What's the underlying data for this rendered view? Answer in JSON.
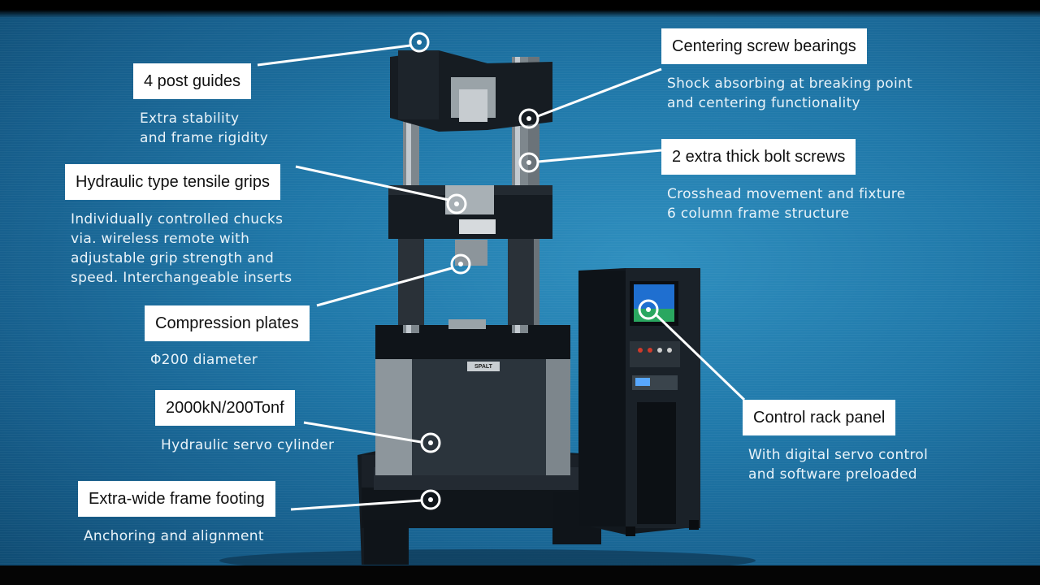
{
  "colors": {
    "background": "#1f77a8",
    "label_box": "#ffffff",
    "callout_line": "#ffffff",
    "machine": "#151b22"
  },
  "machine_branding": "SPALT",
  "callouts": [
    {
      "id": "post-guides",
      "title": "4 post guides",
      "desc": [
        "Extra stability",
        "and frame rigidity"
      ]
    },
    {
      "id": "tensile-grips",
      "title": "Hydraulic type tensile grips",
      "desc": [
        "Individually controlled chucks",
        "via. wireless remote with",
        "adjustable grip strength and",
        "speed. Interchangeable inserts"
      ]
    },
    {
      "id": "compression-plates",
      "title": "Compression plates",
      "desc": [
        "Φ200 diameter"
      ]
    },
    {
      "id": "capacity",
      "title": "2000kN/200Tonf",
      "desc": [
        "Hydraulic servo cylinder"
      ]
    },
    {
      "id": "frame-footing",
      "title": "Extra-wide frame footing",
      "desc": [
        "Anchoring and alignment"
      ]
    },
    {
      "id": "screw-bearings",
      "title": "Centering screw bearings",
      "desc": [
        "Shock absorbing at breaking point",
        "and centering functionality"
      ]
    },
    {
      "id": "bolt-screws",
      "title": "2 extra thick bolt screws",
      "desc": [
        "Crosshead movement and fixture",
        "6 column frame structure"
      ]
    },
    {
      "id": "control-rack",
      "title": "Control rack panel",
      "desc": [
        "With digital servo control",
        "and software preloaded"
      ]
    }
  ]
}
